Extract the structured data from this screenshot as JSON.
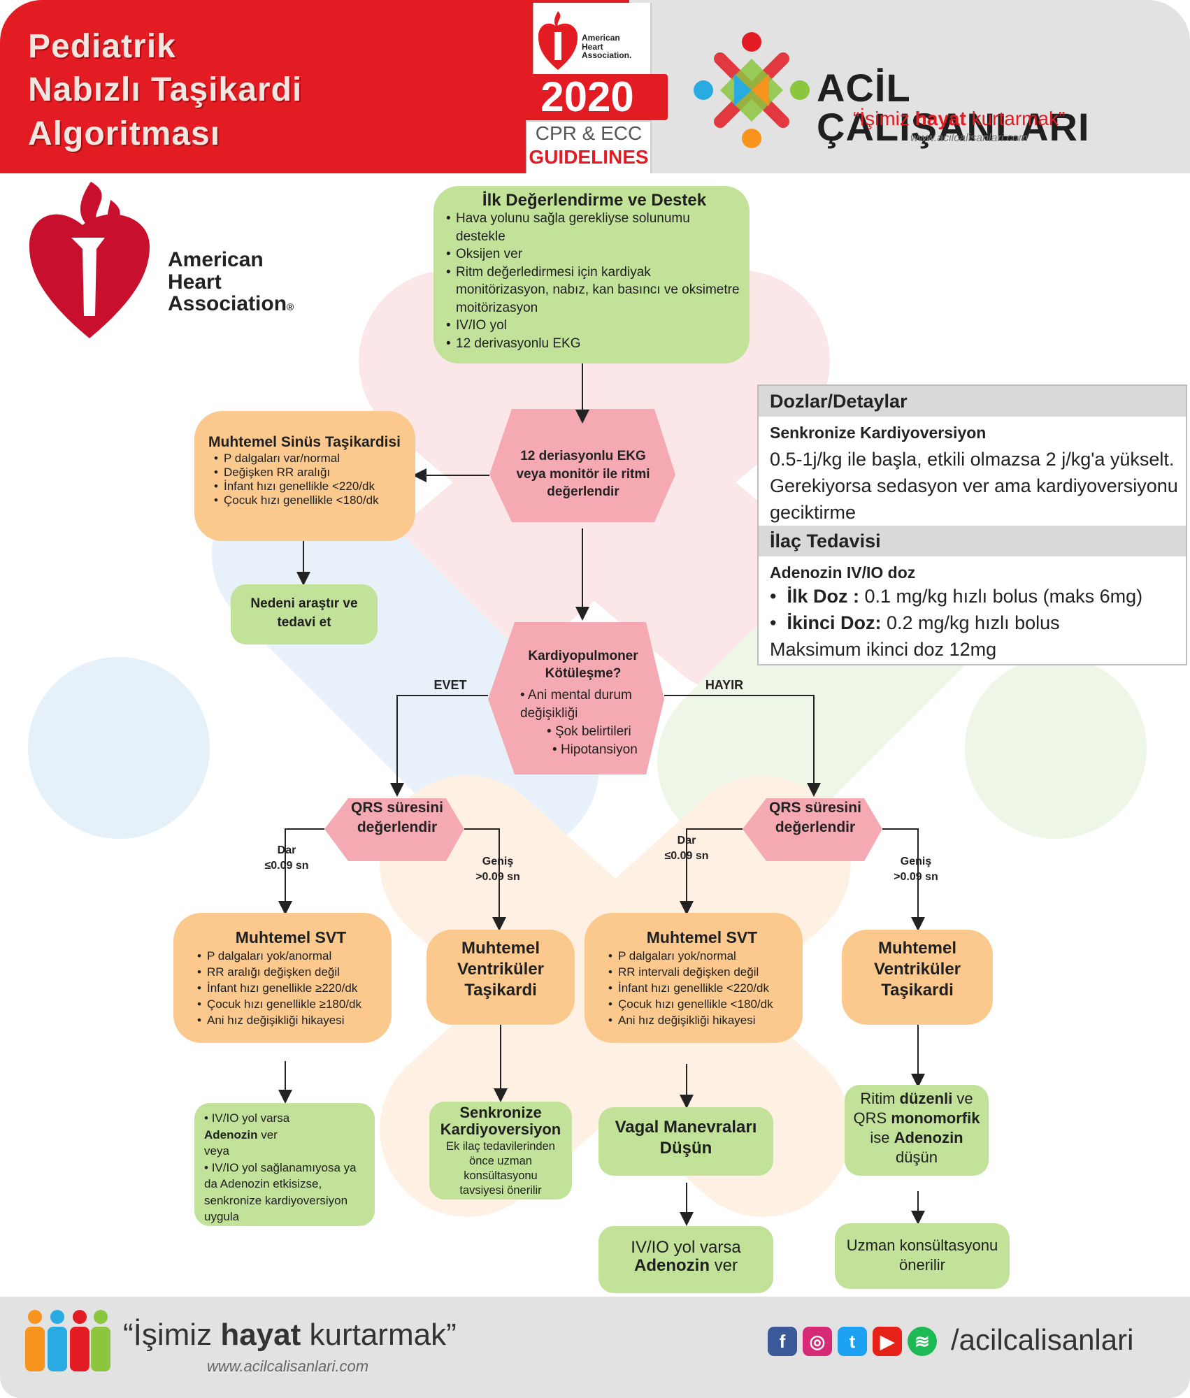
{
  "header": {
    "title": "Pediatrik\nNabızlı Taşikardi\nAlgoritması",
    "aha_small": "American\nHeart\nAssociation.",
    "year": "2020",
    "cpr_ecc": "CPR & ECC",
    "guidelines": "GUIDELINES",
    "brand": "ACİL ÇALIŞANLARI",
    "slogan_pre": "“İşimiz ",
    "slogan_bold": "hayat",
    "slogan_post": " kurtarmak”",
    "website": "www.acilcalisanlari.com"
  },
  "aha_logo": {
    "text": "American\nHeart\nAssociation",
    "reg": "®"
  },
  "flow": {
    "initial": {
      "title": "İlk Değerlendirme ve Destek",
      "items": [
        "Hava yolunu sağla gerekliyse solunumu destekle",
        "Oksijen ver",
        "Ritm değerledirmesi için kardiyak monitörizasyon, nabız, kan basıncı ve oksimetre moitörizasyon",
        "IV/IO yol",
        "12  derivasyonlu EKG"
      ]
    },
    "ekg_hex": "12 deriasyonlu EKG veya monitör ile ritmi değerlendir",
    "sinus": {
      "title": "Muhtemel Sinüs Taşikardisi",
      "items": [
        "P dalgaları var/normal",
        "Değişken RR aralığı",
        "İnfant hızı genellikle <220/dk",
        "Çocuk hızı genellikle <180/dk"
      ]
    },
    "cause": "Nedeni araştır ve tedavi et",
    "cardio": {
      "title": "Kardiyopulmoner Kötüleşme?",
      "items": [
        "Ani mental durum değişikliği",
        "Şok belirtileri",
        "Hipotansiyon"
      ]
    },
    "yes": "EVET",
    "no": "HAYIR",
    "qrs": "QRS süresini değerlendir",
    "narrow_a": "Dar",
    "narrow_b": "≤0.09 sn",
    "wide_a": "Geniş",
    "wide_b": ">0.09 sn",
    "svt_left": {
      "title": "Muhtemel SVT",
      "items": [
        "P dalgaları yok/anormal",
        "RR aralığı değişken değil",
        "İnfant hızı genellikle ≥220/dk",
        "Çocuk hızı genellikle ≥180/dk",
        "Ani hız değişikliği hikayesi"
      ]
    },
    "vt": "Muhtemel Ventriküler Taşikardi",
    "svt_right": {
      "title": "Muhtemel SVT",
      "items": [
        "P dalgaları yok/normal",
        "RR intervali değişken değil",
        "İnfant hızı genellikle <220/dk",
        "Çocuk hızı genellikle <180/dk",
        "Ani hız değişikliği hikayesi"
      ]
    },
    "adenozin_left": {
      "l1": "IV/IO yol varsa",
      "l2_bold": "Adenozin",
      "l2_rest": " ver",
      "l3": "veya",
      "l4": "IV/IO yol sağlanamıyosa ya da Adenozin etkisizse, senkronize kardiyoversiyon uygula"
    },
    "sync": {
      "title": "Senkronize Kardiyoversiyon",
      "text": "Ek ilaç tedavilerinden önce uzman konsültasyonu tavsiyesi önerilir"
    },
    "vagal": "Vagal Manevraları Düşün",
    "iv_adenozin": {
      "l1": "IV/IO yol varsa",
      "l2_bold": "Adenozin",
      "l2_rest": " ver"
    },
    "rhythm": {
      "p1": "Ritim ",
      "b1": "düzenli",
      "p2": " ve",
      "p3": "QRS ",
      "b2": "monomorfik",
      "p4": "ise ",
      "b3": "Adenozin",
      "p5": "düşün"
    },
    "expert": "Uzman konsültasyonu önerilir"
  },
  "dosage": {
    "header1": "Dozlar/Detaylar",
    "sub1": "Senkronize Kardiyoversiyon",
    "text1": "0.5-1j/kg ile başla, etkili olmazsa 2 j/kg'a yükselt. Gerekiyorsa sedasyon ver ama kardiyoversiyonu geciktirme",
    "header2": "İlaç Tedavisi",
    "sub2": "Adenozin IV/IO doz",
    "first_label": "İlk Doz :",
    "first_value": " 0.1 mg/kg hızlı bolus (maks 6mg)",
    "second_label": "İkinci Doz:",
    "second_value": " 0.2 mg/kg hızlı bolus",
    "max": "Maksimum ikinci doz 12mg"
  },
  "footer": {
    "slogan_pre": "“İşimiz ",
    "slogan_bold": "hayat",
    "slogan_post": " kurtarmak”",
    "website": "www.acilcalisanlari.com",
    "handle": "/acilcalisanlari",
    "social": [
      {
        "icon": "facebook-icon",
        "glyph": "f",
        "color": "#3b5998"
      },
      {
        "icon": "instagram-icon",
        "glyph": "◎",
        "color": "#d62976"
      },
      {
        "icon": "twitter-icon",
        "glyph": "t",
        "color": "#1da1f2"
      },
      {
        "icon": "youtube-icon",
        "glyph": "▶",
        "color": "#e62117"
      },
      {
        "icon": "spotify-icon",
        "glyph": "≋",
        "color": "#1db954"
      }
    ]
  },
  "colors": {
    "red": "#e31b23",
    "green_box": "#c2e29a",
    "orange_box": "#fbc98e",
    "hex_pink": "#f5aab3",
    "grey": "#e2e2e2"
  }
}
